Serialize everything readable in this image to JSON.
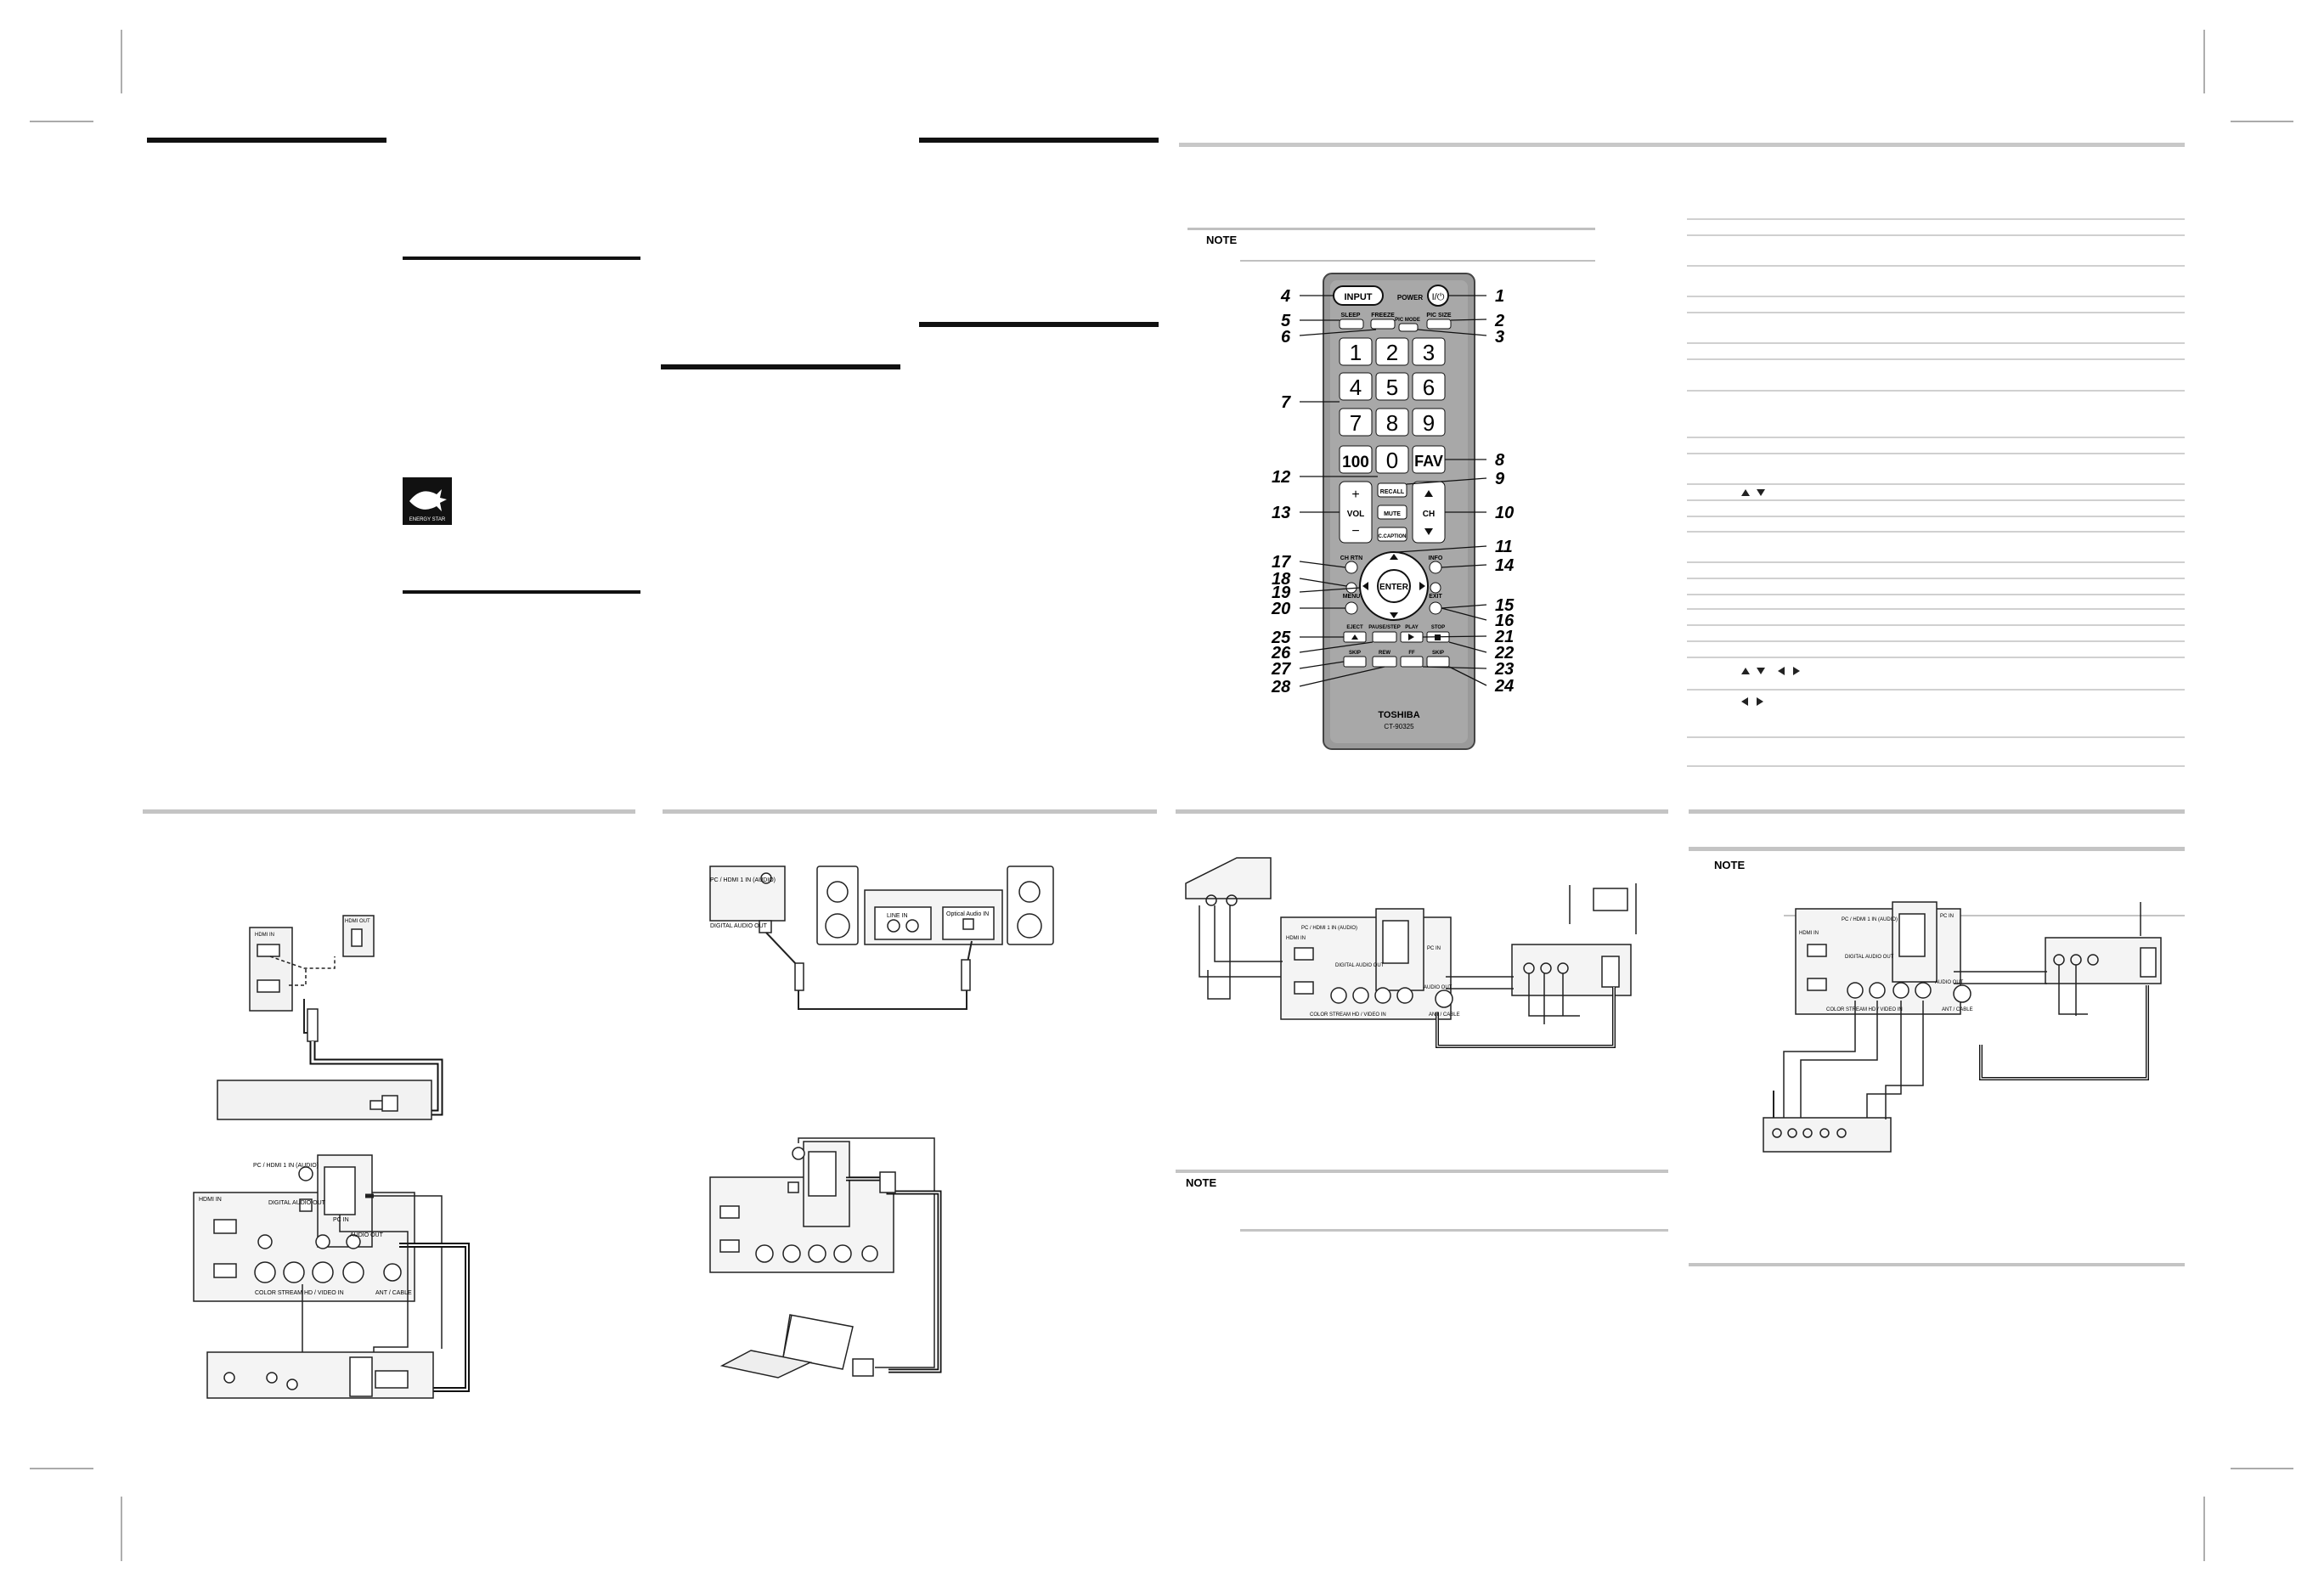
{
  "remote": {
    "input": "INPUT",
    "power": "POWER",
    "sleep": "SLEEP",
    "freeze": "FREEZE",
    "pic_mode": "PIC MODE",
    "pic_size": "PIC SIZE",
    "digits": [
      "1",
      "2",
      "3",
      "4",
      "5",
      "6",
      "7",
      "8",
      "9",
      "100",
      "0",
      "FAV"
    ],
    "recall": "RECALL",
    "mute": "MUTE",
    "c_caption": "C.CAPTION",
    "vol": "VOL",
    "ch": "CH",
    "ch_rtn": "CH RTN",
    "info": "INFO",
    "enter": "ENTER",
    "menu": "MENU",
    "exit": "EXIT",
    "eject": "EJECT",
    "pause_step": "PAUSE/STEP",
    "play": "PLAY",
    "stop": "STOP",
    "skip": "SKIP",
    "rew": "REW",
    "ff": "FF",
    "brand": "TOSHIBA",
    "model": "CT-90325"
  },
  "callouts": [
    "1",
    "2",
    "3",
    "4",
    "5",
    "6",
    "7",
    "8",
    "9",
    "10",
    "11",
    "12",
    "13",
    "14",
    "15",
    "16",
    "17",
    "18",
    "19",
    "20",
    "21",
    "22",
    "23",
    "24",
    "25",
    "26",
    "27",
    "28"
  ],
  "notes": [
    "NOTE",
    "NOTE",
    "NOTE"
  ],
  "energy_star": "ENERGY STAR",
  "panel_labels": {
    "hdmi_in": "HDMI IN",
    "pc_hdmi1_in": "PC / HDMI 1 IN (AUDIO)",
    "digital_audio_out": "DIGITAL AUDIO OUT",
    "pc_in": "PC IN",
    "audio_out": "AUDIO OUT",
    "color_stream": "COLOR STREAM HD / VIDEO IN",
    "ant_cable": "ANT / CABLE",
    "line_in": "LINE IN",
    "optical_audio_in": "Optical Audio IN",
    "hdmi_out": "HDMI OUT"
  }
}
